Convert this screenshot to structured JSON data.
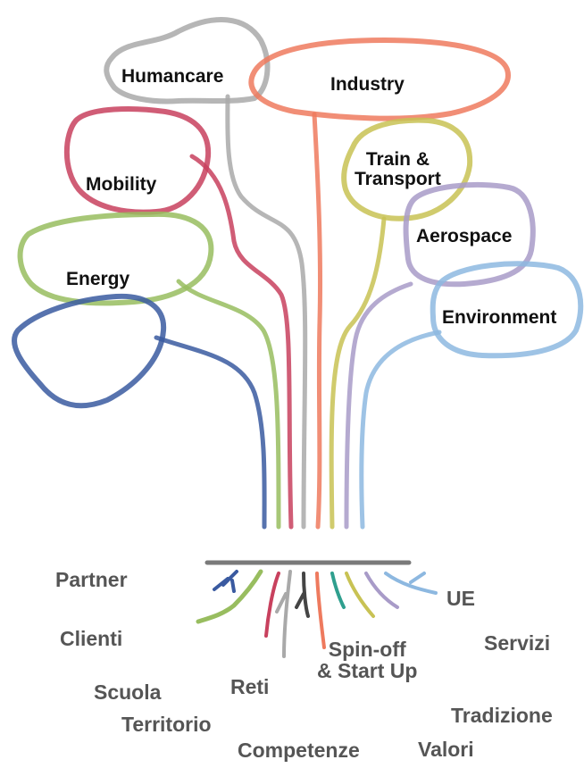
{
  "branches": [
    {
      "key": "humancare",
      "label": "Humancare",
      "color": "#a9a9a9"
    },
    {
      "key": "industry",
      "label": "Industry",
      "color": "#ee7a5e"
    },
    {
      "key": "mobility",
      "label": "Mobility",
      "color": "#c8415e"
    },
    {
      "key": "train",
      "label": "Train &\nTransport",
      "color": "#c8c254"
    },
    {
      "key": "aerospace",
      "label": "Aerospace",
      "color": "#a89bc8"
    },
    {
      "key": "energy",
      "label": "Energy",
      "color": "#98bd5f"
    },
    {
      "key": "environment",
      "label": "Environment",
      "color": "#8db8e0"
    },
    {
      "key": "unlabeled",
      "label": "",
      "color": "#3a5aa0"
    }
  ],
  "roots": [
    {
      "key": "partner",
      "label": "Partner"
    },
    {
      "key": "clienti",
      "label": "Clienti"
    },
    {
      "key": "scuola",
      "label": "Scuola"
    },
    {
      "key": "territorio",
      "label": "Territorio"
    },
    {
      "key": "reti",
      "label": "Reti"
    },
    {
      "key": "competenze",
      "label": "Competenze"
    },
    {
      "key": "spinoff",
      "label": "Spin-off\n& Start Up"
    },
    {
      "key": "ue",
      "label": "UE"
    },
    {
      "key": "servizi",
      "label": "Servizi"
    },
    {
      "key": "tradizione",
      "label": "Tradizione"
    },
    {
      "key": "valori",
      "label": "Valori"
    }
  ]
}
